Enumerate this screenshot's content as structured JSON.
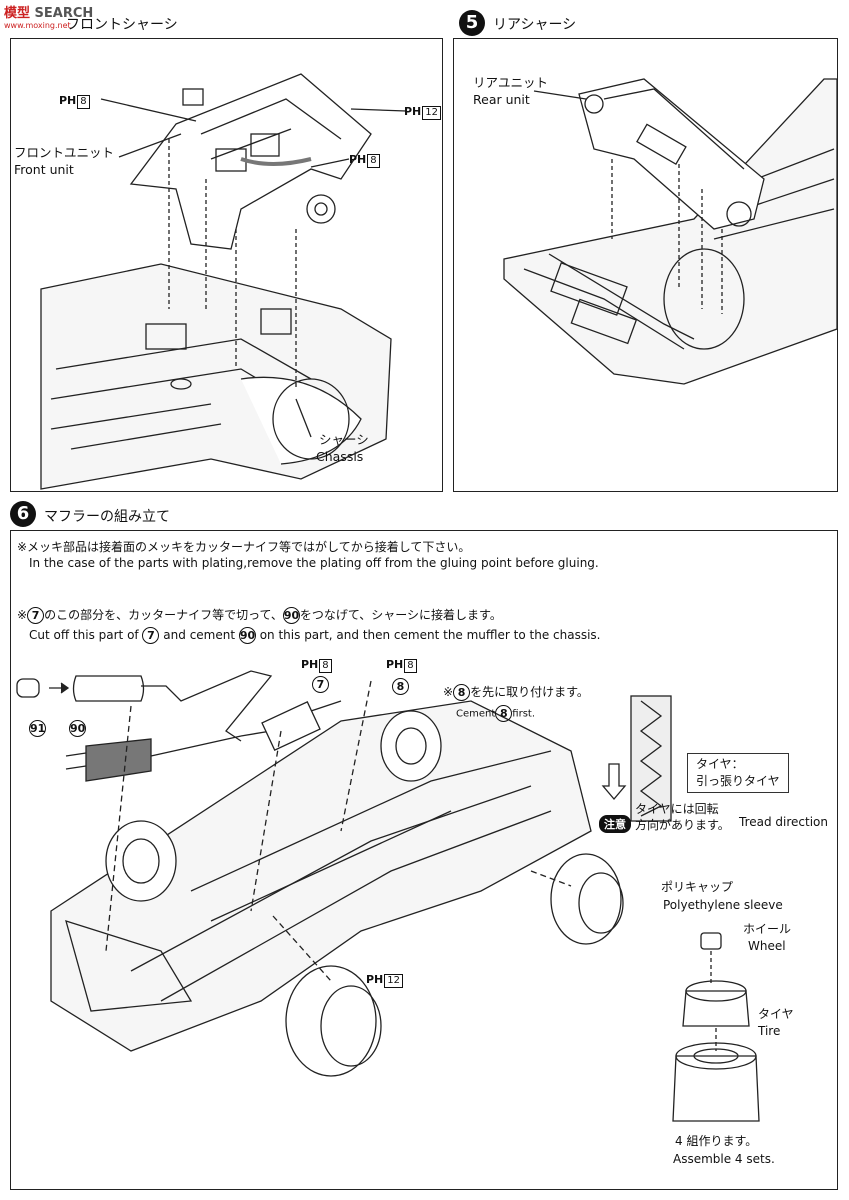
{
  "watermark": {
    "logo": "模型",
    "text": "SEARCH",
    "sub": "www.moxing.net"
  },
  "step4": {
    "title": "フロントシャーシ",
    "labels": {
      "front_unit_jp": "フロントユニット",
      "front_unit_en": "Front unit",
      "chassis_jp": "シャーシ",
      "chassis_en": "Chassis"
    },
    "ph_a": {
      "prefix": "PH",
      "num": "8"
    },
    "ph_b": {
      "prefix": "PH",
      "num": "12"
    },
    "ph_c": {
      "prefix": "PH",
      "num": "8"
    }
  },
  "step5": {
    "number": "5",
    "title": "リアシャーシ",
    "labels": {
      "rear_unit_jp": "リアユニット",
      "rear_unit_en": "Rear unit"
    }
  },
  "step6": {
    "number": "6",
    "title": "マフラーの組み立て",
    "note1_jp": "※メッキ部品は接着面のメッキをカッターナイフ等ではがしてから接着して下さい。",
    "note1_en": "In the case of the parts with plating,remove the plating off from the gluing point before gluing.",
    "note2_jp_a": "※",
    "note2_part1": "7",
    "note2_jp_b": "のこの部分を、カッターナイフ等で切って、",
    "note2_part2": "90",
    "note2_jp_c": "をつなげて、シャーシに接着します。",
    "note2_en_a": "Cut off this part of",
    "note2_en_b": "and cement",
    "note2_en_c": "on this part, and then cement the muffler to the chassis.",
    "ph7": {
      "prefix": "PH",
      "num": "8",
      "part": "7"
    },
    "ph8": {
      "prefix": "PH",
      "num": "8",
      "part": "8"
    },
    "ph12": {
      "prefix": "PH",
      "num": "12"
    },
    "first_jp_a": "※",
    "first_part": "8",
    "first_jp_b": "を先に取り付けます。",
    "first_en_a": "Cement",
    "first_en_b": "first.",
    "part91": "91",
    "part90": "90",
    "tire_box_line1": "タイヤ：",
    "tire_box_line2": "引っ張りタイヤ",
    "chuui": "注意",
    "tread_jp_1": "タイヤには回転",
    "tread_jp_2": "方向があります。",
    "tread_en": "Tread direction",
    "polycap_jp": "ポリキャップ",
    "polycap_en": "Polyethylene sleeve",
    "wheel_jp": "ホイール",
    "wheel_en": "Wheel",
    "tire_jp": "タイヤ",
    "tire_en": "Tire",
    "sets_jp": "4 組作ります。",
    "sets_en": "Assemble 4 sets."
  }
}
